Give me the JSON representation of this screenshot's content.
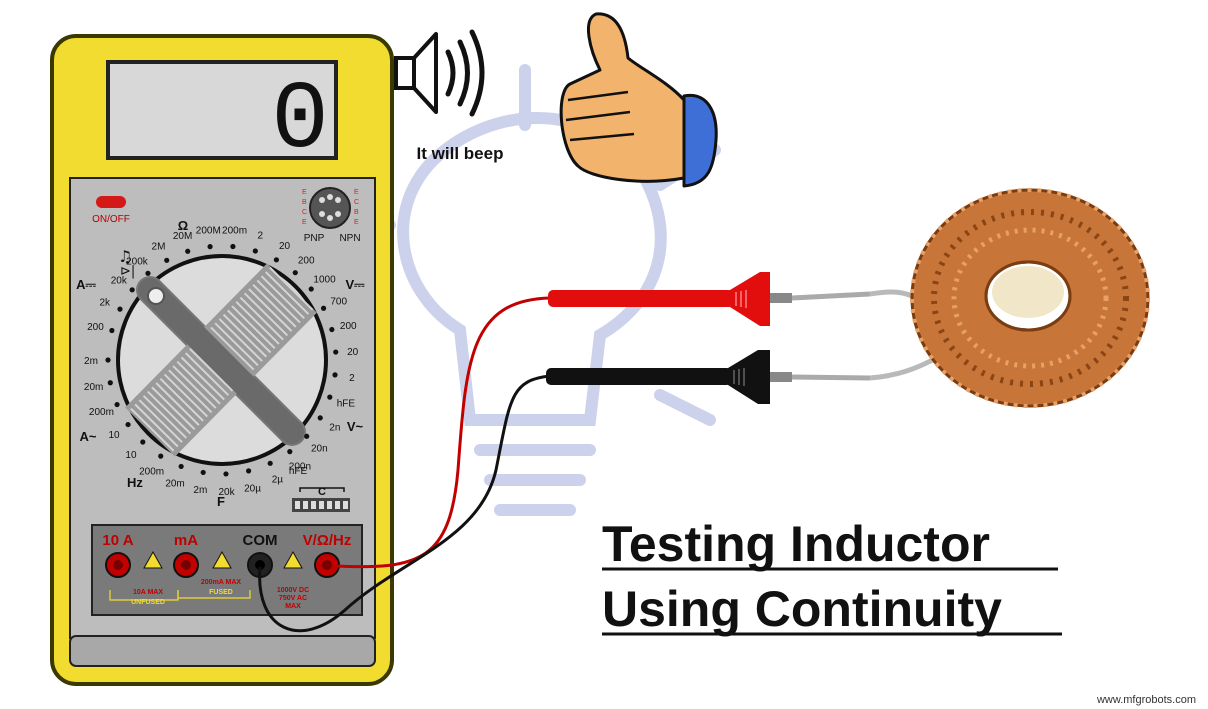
{
  "display": {
    "reading": "0"
  },
  "beep_text": "It will beep",
  "on_off": "ON/OFF",
  "transistor": {
    "pnp": "PNP",
    "npn": "NPN",
    "pins_left": [
      "E",
      "B",
      "C",
      "E"
    ],
    "pins_right": [
      "E",
      "C",
      "B",
      "E"
    ]
  },
  "modes": {
    "ohm": "Ω",
    "a_dc": "A⎓",
    "v_dc": "V⎓",
    "a_ac": "A~",
    "v_ac": "V~",
    "hz": "Hz",
    "f": "F",
    "hfe": "hFE",
    "c": "C"
  },
  "dial_labels": [
    "200",
    "2k",
    "20k",
    "200k",
    "2M",
    "20M",
    "200M",
    "200m",
    "2",
    "20",
    "200",
    "1000",
    "700",
    "200",
    "20",
    "2",
    "hFE",
    "2n",
    "20n",
    "200n",
    "2µ",
    "20µ",
    "20k",
    "2m",
    "20m",
    "200m",
    "10",
    "10",
    "200m",
    "20m",
    "2m"
  ],
  "ports": {
    "p10a": "10 A",
    "ma": "mA",
    "com": "COM",
    "vohm": "V/Ω/Hz"
  },
  "port_warnings": {
    "w10a": "10A MAX",
    "unfused": "UNFUSED",
    "wma": "200mA MAX",
    "fused": "FUSED",
    "wv1": "1000V DC",
    "wv2": "750V AC",
    "wv3": "MAX"
  },
  "title": {
    "line1": "Testing Inductor",
    "line2": "Using Continuity"
  },
  "watermark": "www.mfgrobots.com",
  "colors": {
    "body": "#f2dc2f",
    "body_edge": "#3a3a00",
    "panel": "#bdbdbd",
    "red_probe": "#e20d0d",
    "black_probe": "#111111",
    "copper": "#c8753a",
    "hand": "#f2b36d"
  },
  "icons": [
    "speaker-icon",
    "sound-waves-icon",
    "thumbs-up-icon",
    "lightbulb-icon",
    "inductor-coil-icon"
  ]
}
